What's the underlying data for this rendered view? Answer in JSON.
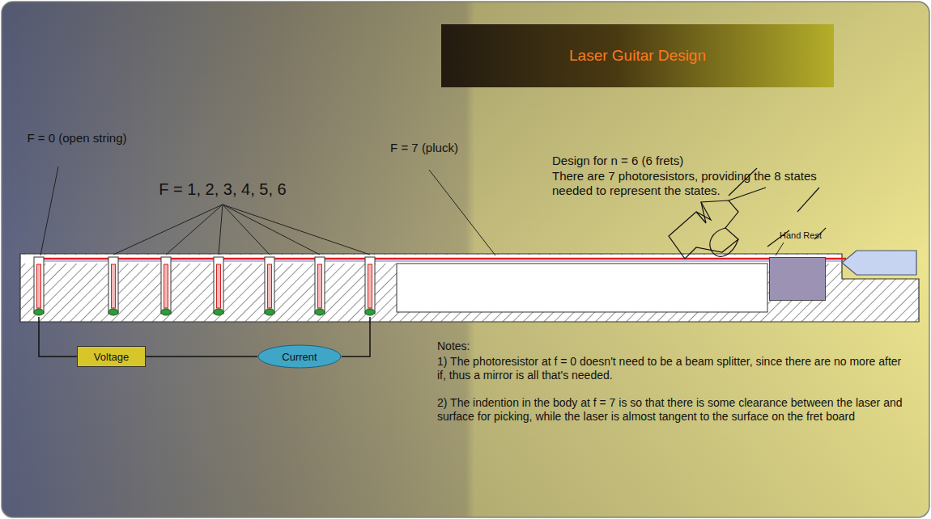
{
  "diagram": {
    "title": "Laser Guitar Design",
    "nodes": [
      {
        "text": [
          "Voltage"
        ]
      },
      {
        "text": [
          "Current"
        ]
      },
      {
        "text": [
          "Hand Rest"
        ]
      }
    ],
    "edges": [
      {
        "from": 0,
        "to": 1,
        "arrow": "none"
      }
    ],
    "labels": [
      "F = 0 (open string)",
      "F = 1, 2, 3, 4, 5, 6",
      "F = 7 (pluck)",
      "Design for n = 6 (6 frets)",
      "There are 7 photoresistors, providing the 8 states needed to represent the states.",
      "Notes:",
      "1) The photoresistor at f = 0 doesn't need to be a beam splitter, since there are no more after if, thus a mirror is all that's needed.",
      "2) The indention in the body at f = 7 is so that there is some clearance between the laser and surface for picking, while the laser is almost tangent to the surface on the fret board"
    ]
  }
}
